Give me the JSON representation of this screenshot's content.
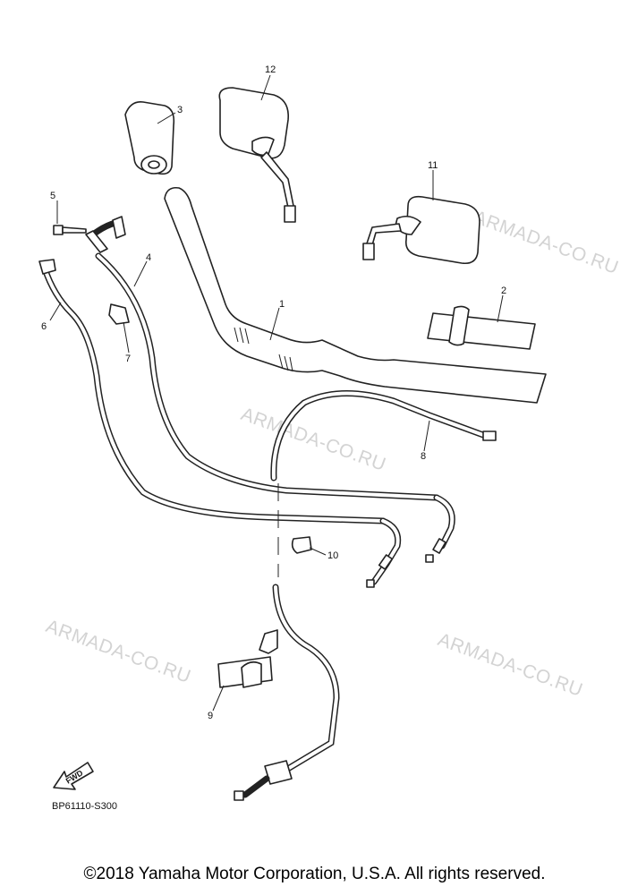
{
  "diagram": {
    "reference_code": "BP61110-S300",
    "fwd_label": "FWD",
    "watermark_text": "ARMADA-CO.RU",
    "callouts": [
      "1",
      "2",
      "3",
      "4",
      "5",
      "6",
      "7",
      "8",
      "9",
      "10",
      "11",
      "12"
    ]
  },
  "footer": {
    "copyright": "©2018 Yamaha Motor Corporation, U.S.A. All rights reserved."
  },
  "colors": {
    "line": "#222222",
    "watermark": "#d3d3d3",
    "background": "#ffffff"
  }
}
